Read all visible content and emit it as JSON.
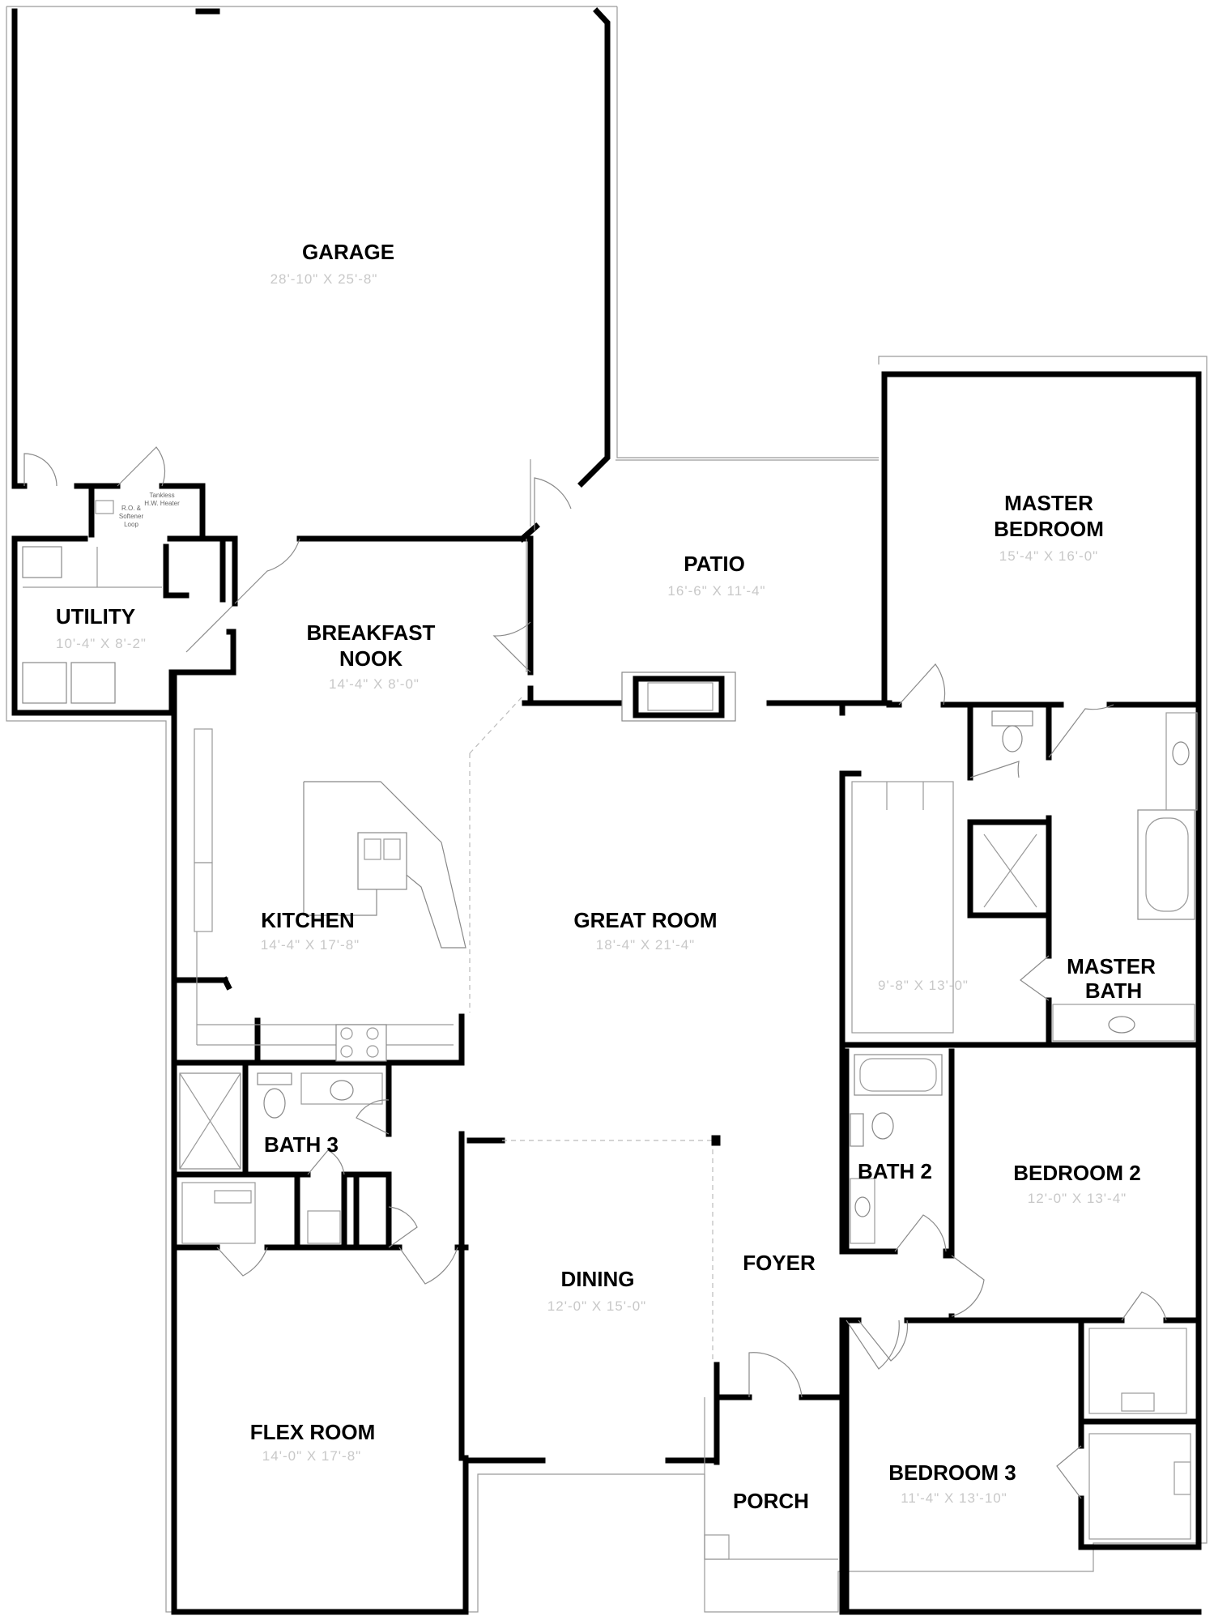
{
  "rooms": {
    "garage": {
      "name": "GARAGE",
      "dims": "28'-10\" X 25'-8\""
    },
    "patio": {
      "name": "PATIO",
      "dims": "16'-6\" X 11'-4\""
    },
    "master_bedroom": {
      "name_line1": "MASTER",
      "name_line2": "BEDROOM",
      "dims": "15'-4\" X 16'-0\""
    },
    "utility": {
      "name": "UTILITY",
      "dims": "10'-4\" X 8'-2\""
    },
    "breakfast_nook": {
      "name_line1": "BREAKFAST",
      "name_line2": "NOOK",
      "dims": "14'-4\" X 8'-0\""
    },
    "kitchen": {
      "name": "KITCHEN",
      "dims": "14'-4\" X 17'-8\""
    },
    "great_room": {
      "name": "GREAT ROOM",
      "dims": "18'-4\" X 21'-4\""
    },
    "master_closet": {
      "dims": "9'-8\" X 13'-0\""
    },
    "master_bath": {
      "name_line1": "MASTER",
      "name_line2": "BATH"
    },
    "bath_3": {
      "name": "BATH 3"
    },
    "bath_2": {
      "name": "BATH 2"
    },
    "bedroom_2": {
      "name": "BEDROOM 2",
      "dims": "12'-0\" X 13'-4\""
    },
    "dining": {
      "name": "DINING",
      "dims": "12'-0\" X 15'-0\""
    },
    "foyer": {
      "name": "FOYER"
    },
    "flex_room": {
      "name": "FLEX ROOM",
      "dims": "14'-0\" X 17'-8\""
    },
    "porch": {
      "name": "PORCH"
    },
    "bedroom_3": {
      "name": "BEDROOM 3",
      "dims": "11'-4\" X 13'-10\""
    }
  },
  "notes": {
    "water_heater_line1": "Tankless",
    "water_heater_line2": "H.W. Heater",
    "softener_line1": "R.O. &",
    "softener_line2": "Softener",
    "softener_line3": "Loop"
  }
}
